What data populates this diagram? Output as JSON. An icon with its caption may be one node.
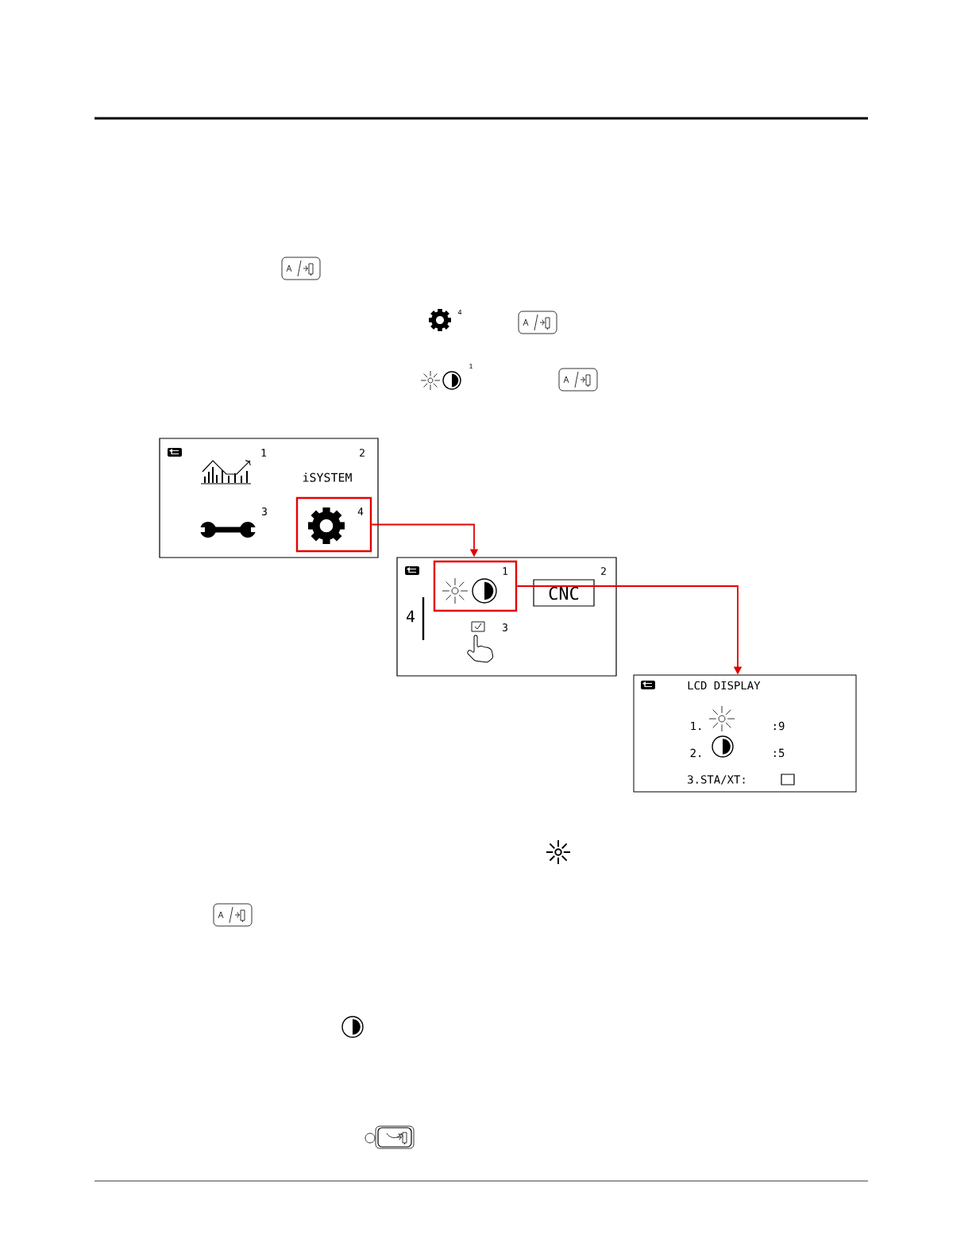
{
  "diagram": {
    "nodes": [
      {
        "text": [
          "1",
          "2",
          "iSYSTEM",
          "3"
        ]
      },
      {
        "text": [
          "4"
        ],
        "in": 0
      },
      {
        "text": [
          "4",
          "2",
          "CNC",
          "3"
        ]
      },
      {
        "text": [
          "1"
        ],
        "in": 2
      },
      {
        "text": [
          "LCD DISPLAY",
          "1.",
          ":9",
          "2.",
          ":5",
          "3.STA/XT:"
        ]
      }
    ],
    "edges": [
      {
        "from": 1,
        "to": 2,
        "arrow": "to"
      },
      {
        "from": 3,
        "to": 4,
        "arrow": "to"
      }
    ],
    "labels": [
      "4",
      "1"
    ]
  }
}
